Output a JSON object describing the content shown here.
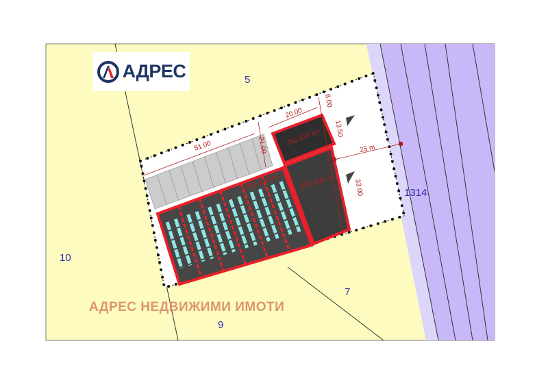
{
  "logo": {
    "text": "АДРЕС",
    "brand_colors": {
      "navy": "#1f3563",
      "red": "#d9262b"
    }
  },
  "watermark": "АДРЕС НЕДВИЖИМИ ИМОТИ",
  "parcels": {
    "north": "5",
    "west": "10",
    "south": "9",
    "southeast": "7",
    "road": "1314"
  },
  "dimensions": {
    "d1": "51.00",
    "d2": "21.00",
    "d3": "20.00",
    "d4": "8.00",
    "d5": "13.50",
    "d6": "25 m",
    "d7": "33.00"
  },
  "areas": {
    "small_building": "262,637 m²",
    "main_building": "1.793,226 m²",
    "tall_building": "592,898 m²"
  },
  "colors": {
    "land": "#fdfbbf",
    "road": "#c9b8f7",
    "plot": "#ffffff",
    "building": "#3d3d3d",
    "outline": "#e8202a",
    "panels": "#8fe6e0"
  }
}
